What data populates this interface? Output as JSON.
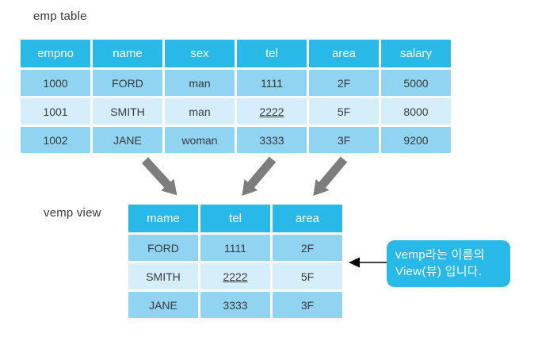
{
  "emp_table": {
    "title": "emp table",
    "headers": [
      "empno",
      "name",
      "sex",
      "tel",
      "area",
      "salary"
    ],
    "rows": [
      [
        "1000",
        "FORD",
        "man",
        "1111",
        "2F",
        "5000"
      ],
      [
        "1001",
        "SMITH",
        "man",
        "2222",
        "5F",
        "8000"
      ],
      [
        "1002",
        "JANE",
        "woman",
        "3333",
        "3F",
        "9200"
      ]
    ]
  },
  "vemp_view": {
    "title": "vemp view",
    "headers": [
      "mame",
      "tel",
      "area"
    ],
    "rows": [
      [
        "FORD",
        "1111",
        "2F"
      ],
      [
        "SMITH",
        "2222",
        "5F"
      ],
      [
        "JANE",
        "3333",
        "3F"
      ]
    ]
  },
  "callout": {
    "line1": "vemp라는 이름의",
    "line2": "View(뷰) 입니다."
  },
  "icons": {
    "flow_arrow_1": "down-right-arrow-icon",
    "flow_arrow_2": "down-left-arrow-icon",
    "flow_arrow_3": "down-left-arrow-icon",
    "callout_pointer": "left-arrow-icon"
  },
  "colors": {
    "header_cyan": "#29b9e8",
    "row_medium_blue": "#90d4f2",
    "row_light_blue": "#d5eefc",
    "arrow_gray": "#7d7d7d",
    "callout_cyan": "#29b9e8",
    "connector_black": "#000000",
    "text_dark": "#3a3a3a",
    "header_text_white": "#ffffff"
  }
}
